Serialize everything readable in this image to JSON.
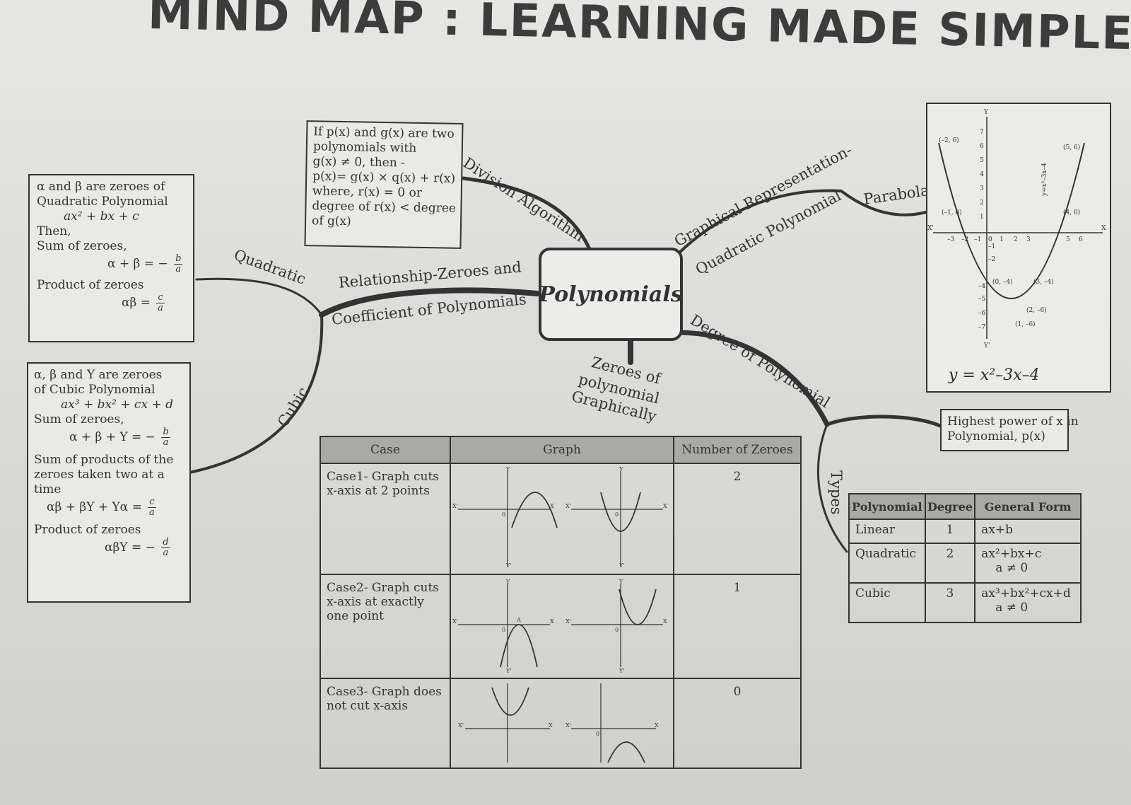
{
  "title": "MIND MAP : LEARNING MADE SIMPLE",
  "center": "Polynomials",
  "branches": {
    "division_algorithm": "Division Algorithm",
    "relationship_line1": "Relationship-Zeroes and",
    "relationship_line2": "Coefficient of Polynomials",
    "quadratic": "Quadratic",
    "cubic": "Cubic",
    "graphical_line1": "Graphical Representation-",
    "graphical_line2": "Quadratic Polynomial",
    "parabola": "Parabola",
    "degree": "Degree of Polynomial",
    "types": "Types",
    "zeroes_line1": "Zeroes of",
    "zeroes_line2": "polynomial",
    "zeroes_line3": "Graphically"
  },
  "division_box": {
    "lines": [
      "If p(x) and g(x) are two",
      "polynomials with",
      "g(x) ≠ 0, then -",
      "p(x)= g(x) × q(x) + r(x)",
      "where, r(x) = 0 or",
      "degree of r(x) < degree",
      "of g(x)"
    ]
  },
  "quadratic_box": {
    "l1": "α and β are zeroes of",
    "l2": "Quadratic Polynomial",
    "l3": "ax² + bx + c",
    "l4": "Then,",
    "l5": "Sum of zeroes,",
    "sum_lhs": "α + β = −",
    "sum_num": "b",
    "sum_den": "a",
    "l6": "Product of zeroes",
    "prod_lhs": "αβ =",
    "prod_num": "c",
    "prod_den": "a"
  },
  "cubic_box": {
    "l1": "α, β and Υ are zeroes",
    "l2": "of Cubic Polynomial",
    "l3": "ax³ + bx² + cx + d",
    "l4": "Sum of zeroes,",
    "sum_lhs": "α + β + Υ = −",
    "sum_num": "b",
    "sum_den": "a",
    "l5": "Sum of products of the",
    "l6": "zeroes taken two at a",
    "l7": "time",
    "pair_lhs": "αβ + βΥ + Υα =",
    "pair_num": "c",
    "pair_den": "a",
    "l8": "Product of zeroes",
    "prod_lhs": "αβΥ = −",
    "prod_num": "d",
    "prod_den": "a"
  },
  "degree_box": {
    "l1": "Highest power of x in",
    "l2": "Polynomial, p(x)"
  },
  "zero_table": {
    "headers": [
      "Case",
      "Graph",
      "Number of Zeroes"
    ],
    "rows": [
      {
        "case": "Case1- Graph cuts x-axis at 2 points",
        "zeroes": "2"
      },
      {
        "case": "Case2- Graph cuts x-axis at exactly one point",
        "zeroes": "1"
      },
      {
        "case": "Case3- Graph does not cut x-axis",
        "zeroes": "0"
      }
    ],
    "axis_x": "X",
    "axis_y": "Y",
    "axis_xp": "X'",
    "axis_yp": "Y'",
    "origin": "0",
    "point_a": "A"
  },
  "types_table": {
    "headers": [
      "Polynomial",
      "Degree",
      "General Form"
    ],
    "rows": [
      {
        "name": "Linear",
        "degree": "1",
        "form": "ax+b",
        "cond": ""
      },
      {
        "name": "Quadratic",
        "degree": "2",
        "form": "ax²+bx+c",
        "cond": "a ≠ 0"
      },
      {
        "name": "Cubic",
        "degree": "3",
        "form": "ax³+bx²+cx+d",
        "cond": "a ≠ 0"
      }
    ]
  },
  "parabola_graph": {
    "equation": "y = x²–3x–4",
    "curve_label": "y=x²–3x–4",
    "axis_x": "X",
    "axis_xp": "X'",
    "axis_y": "Y",
    "axis_yp": "Y'",
    "origin": "0",
    "point_labels": [
      "(–2, 6)",
      "(5, 6)",
      "(–1, 0)",
      "(4, 0)",
      "(0, –4)",
      "(3, –4)",
      "(2, –6)",
      "(1, –6)"
    ],
    "x_ticks": [
      "–3",
      "–2",
      "–1",
      "1",
      "2",
      "3",
      "5",
      "6"
    ],
    "y_ticks": [
      "7",
      "6",
      "5",
      "4",
      "3",
      "2",
      "1",
      "–1",
      "–2",
      "–4",
      "–5",
      "–6",
      "–7"
    ]
  }
}
